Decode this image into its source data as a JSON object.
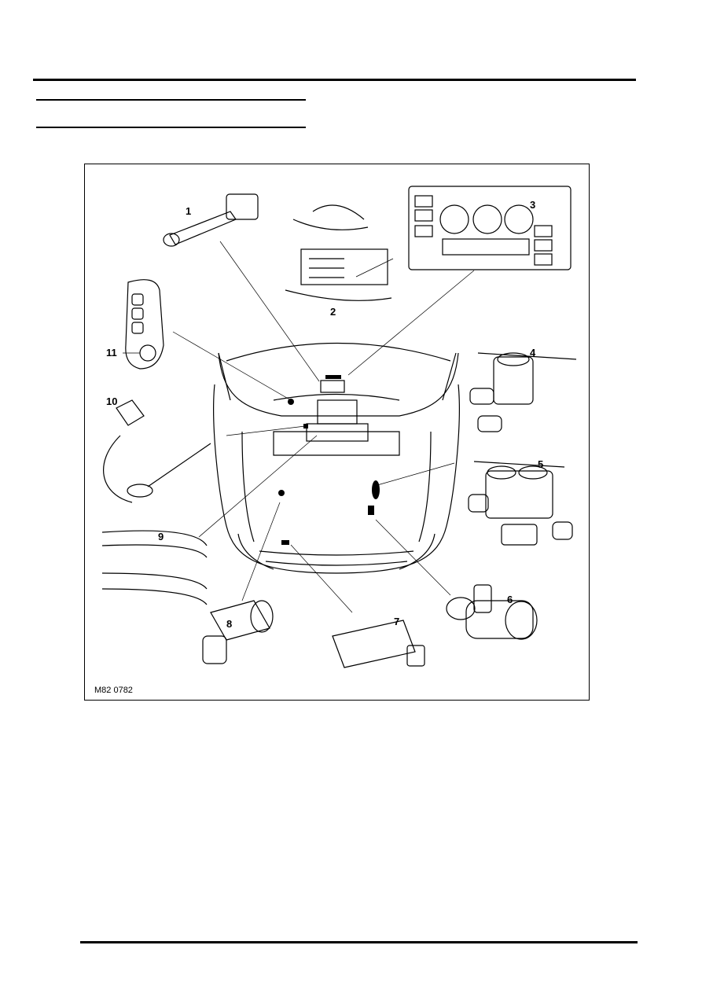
{
  "figure": {
    "reference": "M82 0782",
    "callouts": [
      "1",
      "2",
      "3",
      "4",
      "5",
      "6",
      "7",
      "8",
      "9",
      "10",
      "11"
    ]
  }
}
